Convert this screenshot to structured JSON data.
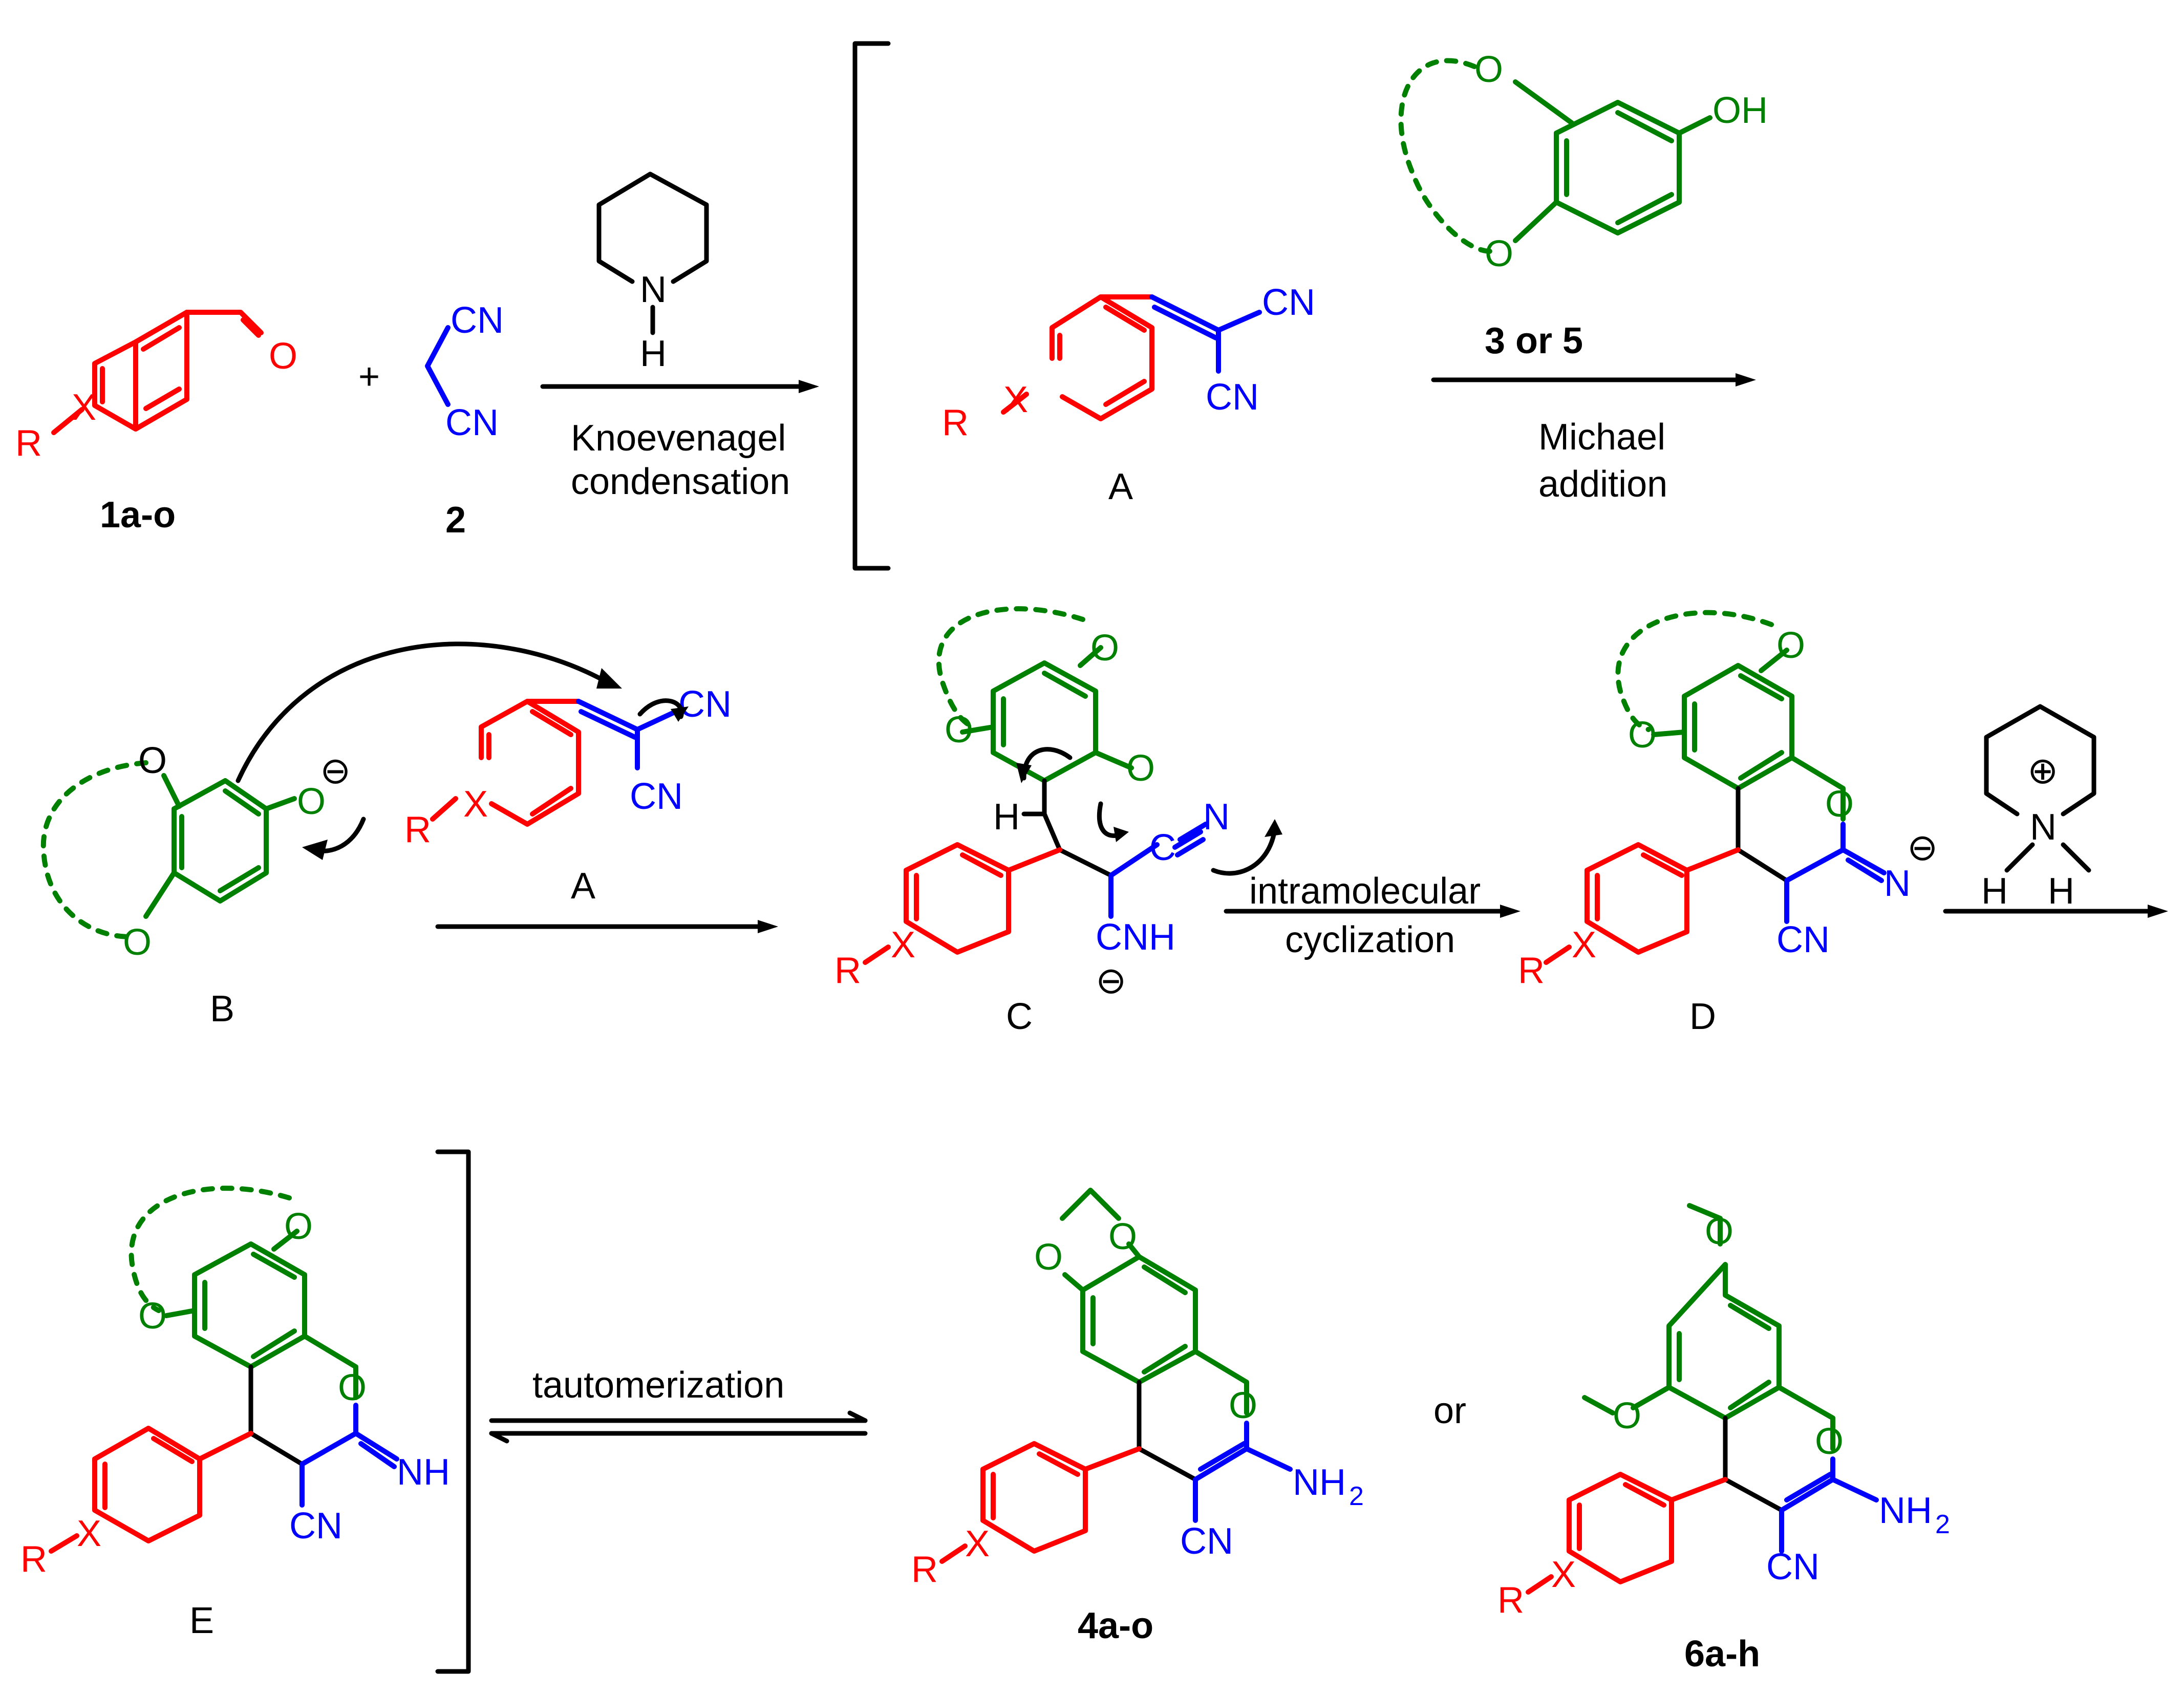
{
  "colors": {
    "aryl": "#ff0000",
    "nitrile": "#0000ff",
    "phenol": "#008000",
    "reagent": "#000000"
  },
  "atoms": {
    "R": "R",
    "X": "X",
    "O": "O",
    "OH": "OH",
    "CN": "CN",
    "N": "N",
    "H": "H",
    "NH": "NH",
    "CNH": "CNH",
    "C": "C",
    "NH2_main": "NH",
    "NH2_sub": "2",
    "minus": "⊖",
    "plus": "⊕"
  },
  "compounds": {
    "c1": "1a-o",
    "c2": "2",
    "c3": "3  or 5",
    "c4": "4a-o",
    "c6": "6a-h",
    "A": "A",
    "B": "B",
    "C": "C",
    "D": "D",
    "E": "E"
  },
  "steps": {
    "knoevenagel_1": "Knoevenagel",
    "knoevenagel_2": "condensation",
    "michael_1": "Michael",
    "michael_2": "addition",
    "cyclization_1": "intramolecular",
    "cyclization_2": "cyclization",
    "tautomerization": "tautomerization"
  },
  "operators": {
    "plus": "+",
    "or": "or"
  }
}
